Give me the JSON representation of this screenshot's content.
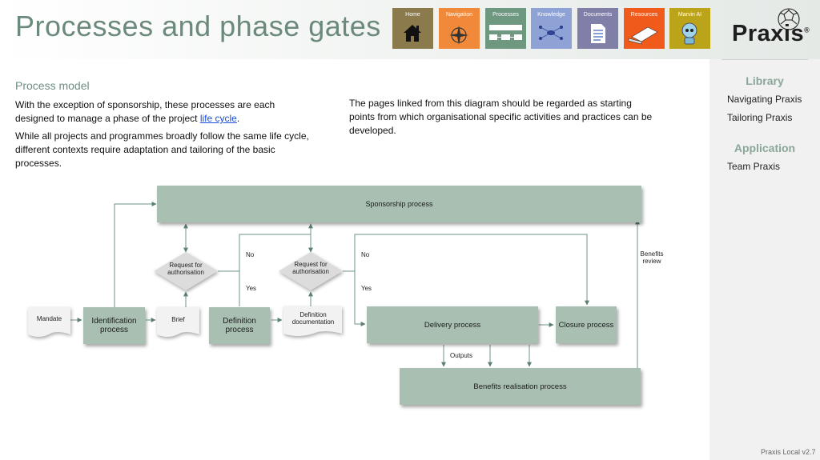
{
  "header": {
    "title": "Processes and phase gates",
    "nav": [
      {
        "label": "Home",
        "icon": "house-icon",
        "color": "#8a7a4c"
      },
      {
        "label": "Navigation",
        "icon": "compass-icon",
        "color": "#f08a3a"
      },
      {
        "label": "Processes",
        "icon": "flowchart-icon",
        "color": "#6f9880"
      },
      {
        "label": "Knowledge",
        "icon": "mindmap-icon",
        "color": "#8ea2d6"
      },
      {
        "label": "Documents",
        "icon": "document-icon",
        "color": "#7f7fa8"
      },
      {
        "label": "Resources",
        "icon": "laptop-icon",
        "color": "#f05a1a"
      },
      {
        "label": "Marvin AI",
        "icon": "robot-icon",
        "color": "#bca41a"
      }
    ],
    "logo_text": "Praxis",
    "logo_mark": "®"
  },
  "content": {
    "section_title": "Process model",
    "para1_text": "With the exception of sponsorship, these processes are each designed to manage a phase of the project ",
    "para1_link": "life cycle",
    "para1_end": ".",
    "para2": "While all projects and programmes broadly follow the same life cycle, different contexts require adaptation and tailoring of the basic processes.",
    "para3": "The pages linked from this diagram should be regarded as starting points from which organisational specific activities and practices can be developed."
  },
  "diagram": {
    "sponsorship": "Sponsorship process",
    "mandate": "Mandate",
    "identification": "Identification process",
    "brief": "Brief",
    "definition": "Definition process",
    "definition_doc": "Definition documentation",
    "delivery": "Delivery process",
    "closure": "Closure process",
    "benefits": "Benefits realisation process",
    "request1": "Request for authorisation",
    "request2": "Request for authorisation",
    "no1": "No",
    "yes1": "Yes",
    "no2": "No",
    "yes2": "Yes",
    "outputs": "Outputs",
    "benefits_review": "Benefits review"
  },
  "sidebar": {
    "library_heading": "Library",
    "library_links": [
      "Navigating Praxis",
      "Tailoring Praxis"
    ],
    "application_heading": "Application",
    "application_links": [
      "Team Praxis"
    ]
  },
  "footer": {
    "version": "Praxis Local v2.7"
  }
}
